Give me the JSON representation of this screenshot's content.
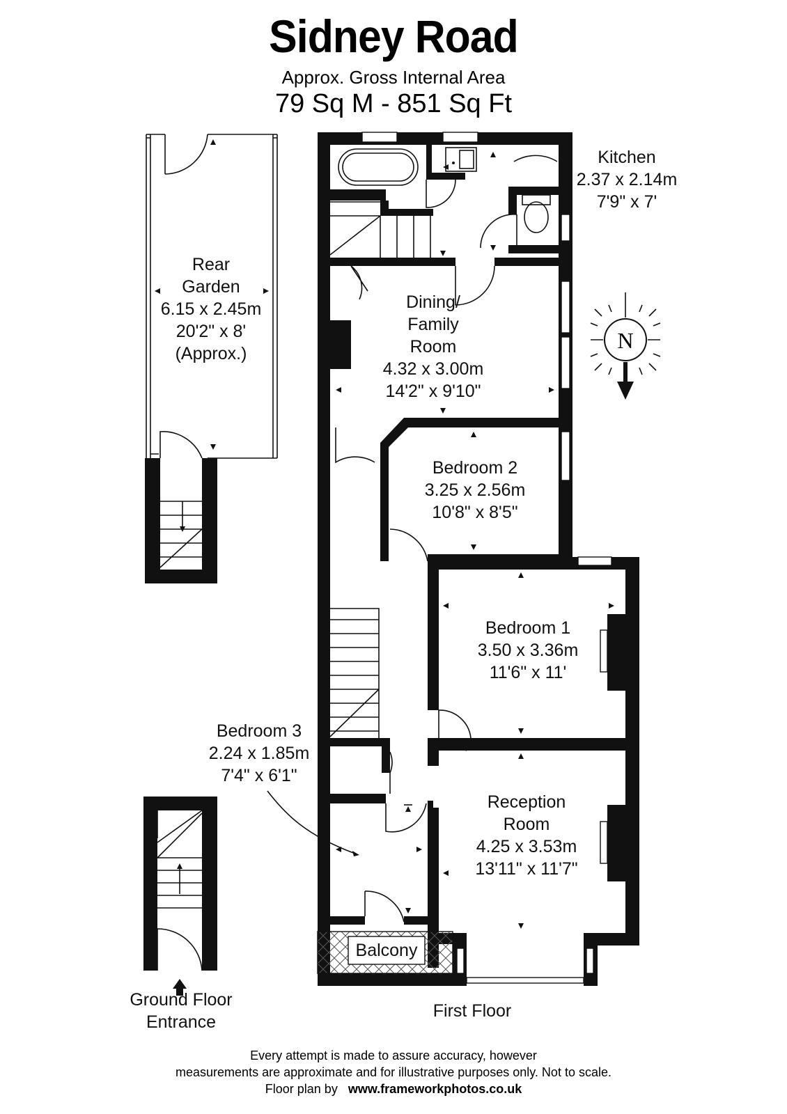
{
  "header": {
    "title": "Sidney Road",
    "subtitle": "Approx. Gross Internal Area",
    "area": "79 Sq M  -  851 Sq Ft"
  },
  "rooms": {
    "kitchen": {
      "name": "Kitchen",
      "metric": "2.37 x 2.14m",
      "imperial": "7'9\" x 7'"
    },
    "rear_garden": {
      "name_1": "Rear",
      "name_2": "Garden",
      "metric": "6.15 x 2.45m",
      "imperial": "20'2\" x 8'",
      "note": "(Approx.)"
    },
    "dining": {
      "name_1": "Dining/",
      "name_2": "Family",
      "name_3": "Room",
      "metric": "4.32 x 3.00m",
      "imperial": "14'2\" x 9'10\""
    },
    "bedroom_2": {
      "name": "Bedroom 2",
      "metric": "3.25 x 2.56m",
      "imperial": "10'8\" x 8'5\""
    },
    "bedroom_1": {
      "name": "Bedroom 1",
      "metric": "3.50 x 3.36m",
      "imperial": "11'6\" x 11'"
    },
    "bedroom_3": {
      "name": "Bedroom 3",
      "metric": "2.24 x 1.85m",
      "imperial": "7'4\" x 6'1\""
    },
    "reception": {
      "name_1": "Reception",
      "name_2": "Room",
      "metric": "4.25 x 3.53m",
      "imperial": "13'11\" x 11'7\""
    },
    "balcony": {
      "name": "Balcony"
    }
  },
  "compass": {
    "letter": "N"
  },
  "floors": {
    "ground_1": "Ground Floor",
    "ground_2": "Entrance",
    "first": "First Floor"
  },
  "footer": {
    "line_1": "Every attempt is made to assure accuracy, however",
    "line_2": "measurements are approximate and for illustrative purposes only. Not to scale.",
    "line_3_prefix": "Floor plan by",
    "line_3_site": "www.frameworkphotos.co.uk"
  }
}
